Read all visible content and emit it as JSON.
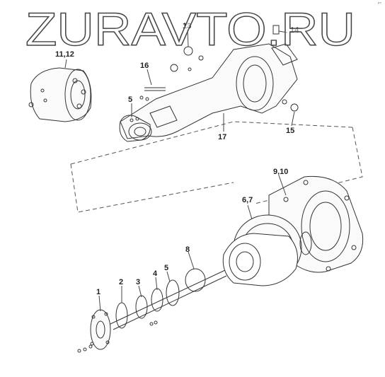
{
  "watermark": "ZURAVTO.RU",
  "corner_mark": "⌐",
  "callouts": [
    "11,12",
    "13",
    "14",
    "16",
    "5",
    "17",
    "15",
    "9,10",
    "6,7",
    "8",
    "5",
    "4",
    "3",
    "2",
    "1"
  ]
}
